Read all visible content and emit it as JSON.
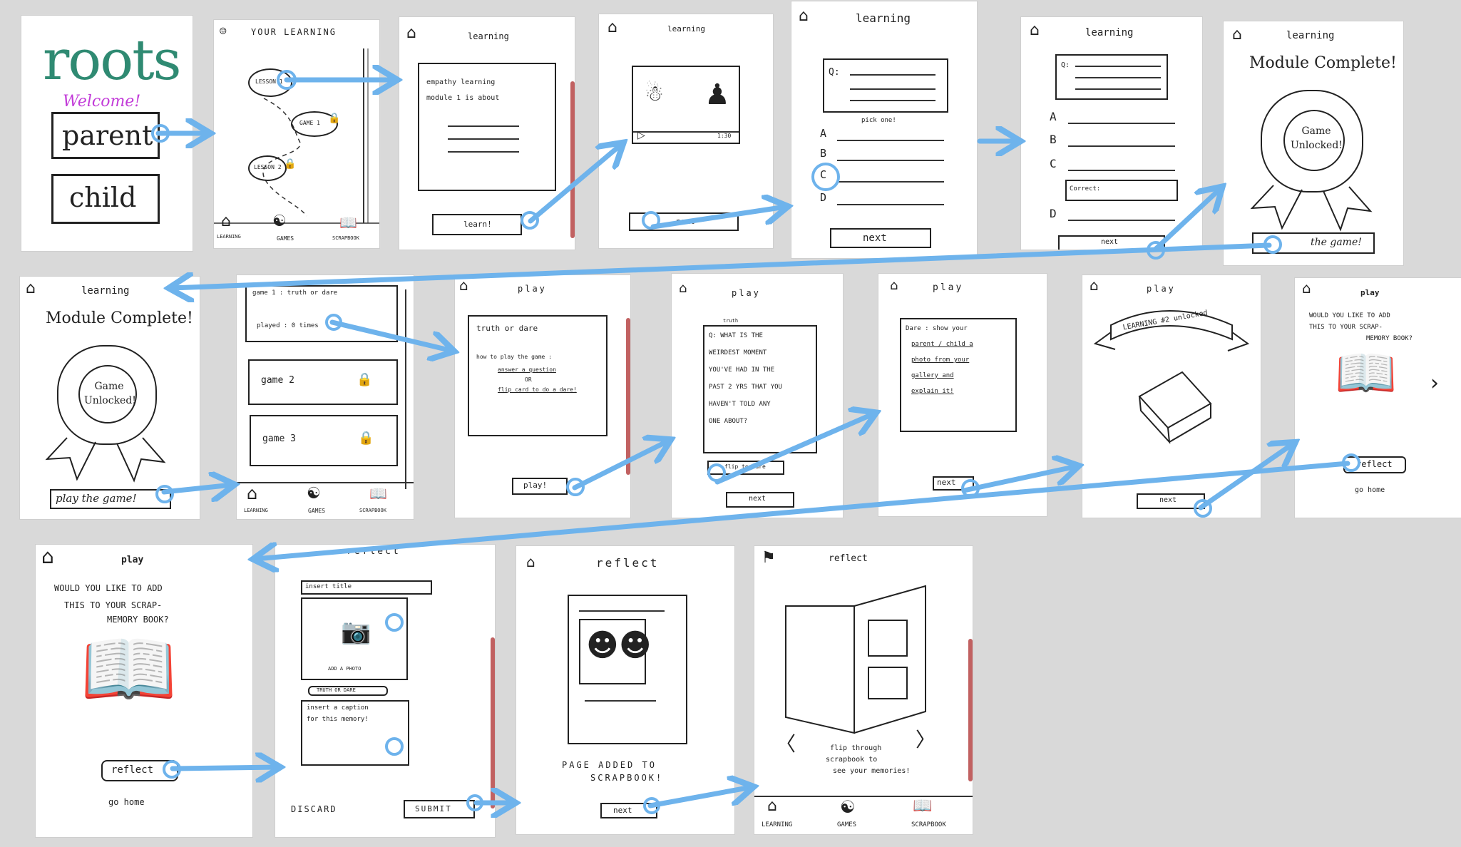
{
  "screens": {
    "s1": {
      "logo": "roots",
      "welcome": "Welcome!",
      "parent": "parent",
      "child": "child"
    },
    "s2": {
      "title": "YOUR LEARNING",
      "lesson1": "LESSON 1",
      "game1": "GAME 1",
      "lesson2": "LESSON 2",
      "nav_learning": "LEARNING",
      "nav_games": "GAMES",
      "nav_scrapbook": "SCRAPBOOK"
    },
    "s3": {
      "title": "learning",
      "text1": "empathy learning",
      "text2": "module 1 is about",
      "button": "learn!"
    },
    "s4": {
      "title": "learning",
      "time": "1:30",
      "button": "next"
    },
    "s5": {
      "title": "learning",
      "q": "Q:",
      "pick": "pick one!",
      "opts": [
        "A",
        "B",
        "C",
        "D"
      ],
      "button": "next"
    },
    "s6": {
      "title": "learning",
      "q": "Q:",
      "opts": [
        "A",
        "B",
        "C",
        "D"
      ],
      "correct": "Correct:",
      "button": "next"
    },
    "s7": {
      "title": "learning",
      "heading": "Module Complete!",
      "badge": "Game Unlocked!",
      "button": "the game!"
    },
    "s8": {
      "title": "learning",
      "heading": "Module Complete!",
      "badge": "Game Unlocked!",
      "button": "play the game!"
    },
    "s9": {
      "g1": "game 1 : truth or dare",
      "played": "played : 0 times",
      "g2": "game 2",
      "g3": "game 3",
      "nav_learning": "LEARNING",
      "nav_games": "GAMES",
      "nav_scrapbook": "SCRAPBOOK"
    },
    "s10": {
      "title": "play",
      "h": "truth or dare",
      "l1": "how to play the game :",
      "l2": "answer a question",
      "l3": "OR",
      "l4": "flip card to do a dare!",
      "button": "play!"
    },
    "s11": {
      "title": "play",
      "tag": "truth",
      "q": [
        "Q: WHAT IS THE",
        "WEIRDEST MOMENT",
        "YOU'VE HAD IN THE",
        "PAST 2 YRS THAT YOU",
        "HAVEN'T TOLD ANY",
        "ONE ABOUT?"
      ],
      "flip": "flip to dare",
      "button": "next"
    },
    "s12": {
      "title": "play",
      "d": [
        "Dare : show your",
        "parent / child a",
        "photo from your",
        "gallery and",
        "explain it!"
      ],
      "button": "next"
    },
    "s13": {
      "title": "play",
      "banner": "LEARNING #2 unlocked",
      "button": "next"
    },
    "s14": {
      "title": "play",
      "q": [
        "WOULD YOU LIKE TO ADD",
        "THIS TO YOUR SCRAP-",
        "MEMORY BOOK?"
      ],
      "button": "reflect",
      "home": "go home"
    },
    "s15": {
      "title": "play",
      "q": [
        "WOULD YOU LIKE TO ADD",
        "THIS TO YOUR SCRAP-",
        "MEMORY BOOK?"
      ],
      "button": "reflect",
      "home": "go home"
    },
    "s16": {
      "title": "reflect",
      "insert_title": "insert title",
      "add_photo": "ADD A PHOTO",
      "tag": "TRUTH OR DARE",
      "caption": [
        "insert a caption",
        "for this memory!"
      ],
      "discard": "DISCARD",
      "submit": "SUBMIT"
    },
    "s17": {
      "title": "reflect",
      "msg": [
        "PAGE ADDED TO",
        "SCRAPBOOK!"
      ],
      "button": "next"
    },
    "s18": {
      "title": "reflect",
      "msg": [
        "flip through",
        "scrapbook to",
        "see your memories!"
      ],
      "nav_learning": "LEARNING",
      "nav_games": "GAMES",
      "nav_scrapbook": "SCRAPBOOK"
    }
  },
  "colors": {
    "arrow": "#6eb3ec",
    "ink": "#222222",
    "logo": "#2f8a72",
    "welcome": "#c23bd8",
    "bg": "#d9d9d9"
  }
}
